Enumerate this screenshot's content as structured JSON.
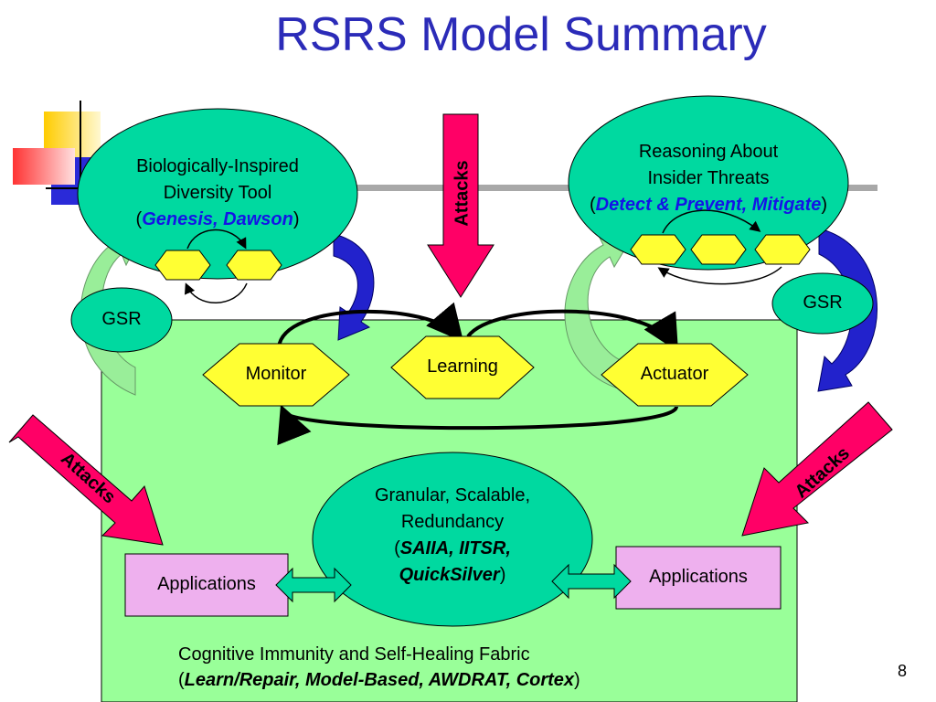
{
  "title": "RSRS Model Summary",
  "page_number": "8",
  "left_oval": {
    "line1": "Biologically-Inspired",
    "line2": "Diversity Tool",
    "open": "(",
    "emphasis": "Genesis, Dawson",
    "close": ")"
  },
  "right_oval": {
    "line1": "Reasoning About",
    "line2": "Insider Threats",
    "open": "(",
    "emphasis": "Detect & Prevent, Mitigate",
    "close": ")"
  },
  "center_oval": {
    "line1": "Granular, Scalable,",
    "line2": "Redundancy",
    "open": "(",
    "emphasis1": "SAIIA, IITSR,",
    "emphasis2": "QuickSilver",
    "close": ")"
  },
  "gsr_left": "GSR",
  "gsr_right": "GSR",
  "monitor": "Monitor",
  "learning": "Learning",
  "actuator": "Actuator",
  "attacks_top": "Attacks",
  "attacks_left": "Attacks",
  "attacks_right": "Attacks",
  "applications_left": "Applications",
  "applications_right": "Applications",
  "fabric": {
    "line1": "Cognitive Immunity and Self-Healing Fabric",
    "open": "(",
    "emphasis": "Learn/Repair, Model-Based, AWDRAT, Cortex",
    "close": ")"
  },
  "colors": {
    "title": "#2B2BB8",
    "fabric_fill": "#99FF99",
    "oval_fill": "#00D9A0",
    "hexagon_fill": "#FFFF33",
    "applications_fill": "#EEB0EE",
    "attack_arrow": "#FF0066",
    "curved_arrow_blue": "#2222CC",
    "curved_arrow_green": "#99EE99",
    "emphasis_text": "#1414E6"
  }
}
